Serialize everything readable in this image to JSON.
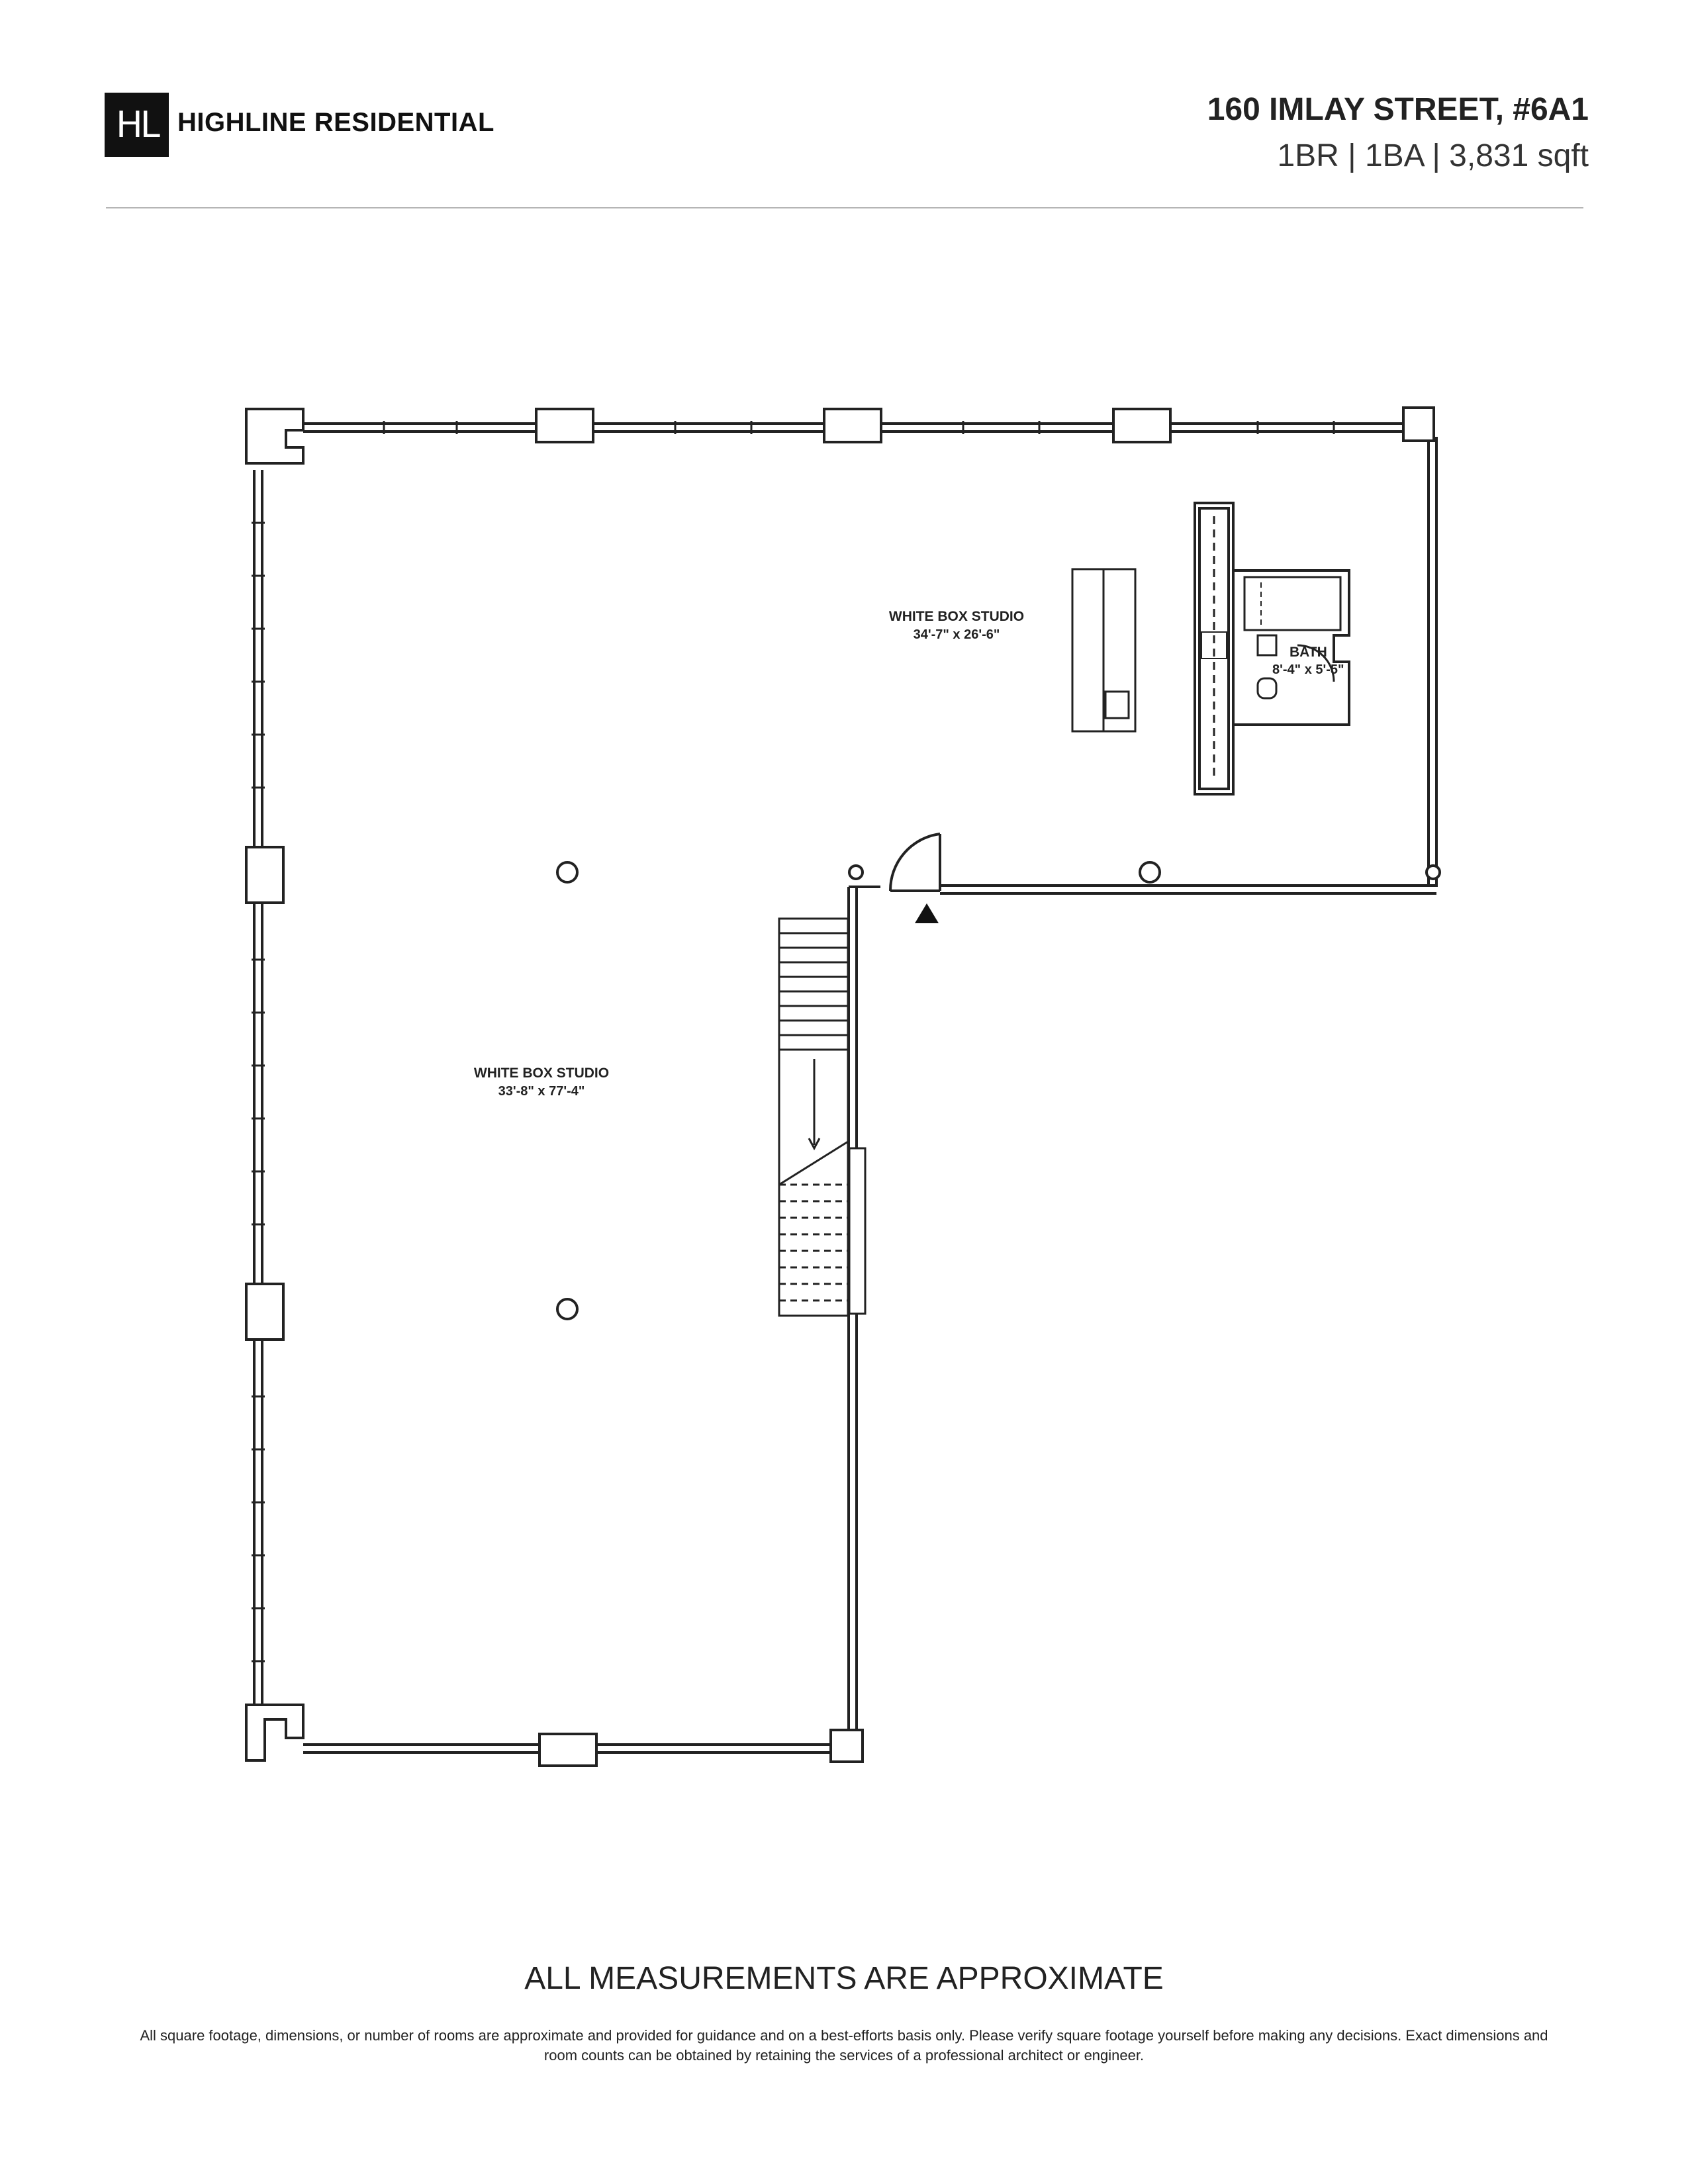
{
  "header": {
    "logo_text": "HL",
    "brand": "HIGHLINE RESIDENTIAL",
    "address": "160 IMLAY STREET, #6A1",
    "specs": "1BR | 1BA | 3,831 sqft"
  },
  "plan": {
    "rooms": [
      {
        "label": "WHITE BOX STUDIO",
        "dims": "34'-7\" x 26'-6\""
      },
      {
        "label": "BATH",
        "dims": "8'-4\" x 5'-5\""
      },
      {
        "label": "WHITE BOX STUDIO",
        "dims": "33'-8\" x 77'-4\""
      }
    ]
  },
  "footer": {
    "title": "ALL MEASUREMENTS ARE APPROXIMATE",
    "body": "All square footage, dimensions, or number of rooms are approximate and provided for guidance and on a best-efforts basis only. Please verify square footage yourself before making any decisions. Exact dimensions and room counts can be obtained by retaining the services of a professional architect or engineer."
  }
}
